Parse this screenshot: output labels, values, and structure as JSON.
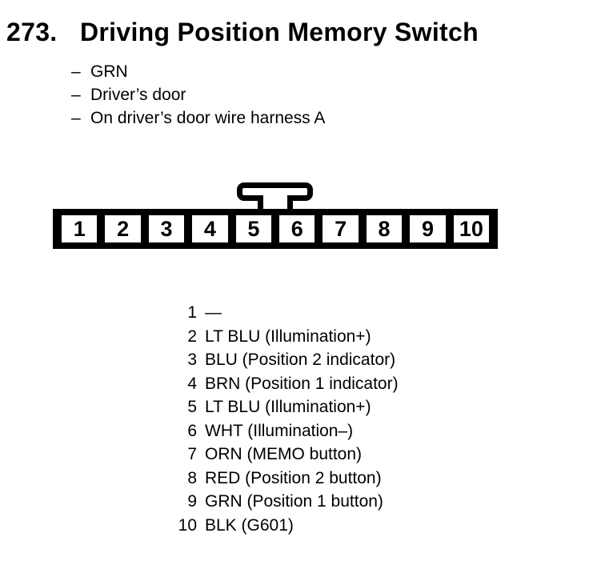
{
  "colors": {
    "ink": "#000000",
    "paper": "#ffffff"
  },
  "header": {
    "number": "273.",
    "title": "Driving Position Memory Switch"
  },
  "notes": {
    "bullet_char": "–",
    "items": [
      "GRN",
      "Driver’s door",
      "On driver’s door wire harness A"
    ]
  },
  "connector": {
    "cells": [
      "1",
      "2",
      "3",
      "4",
      "5",
      "6",
      "7",
      "8",
      "9",
      "10"
    ]
  },
  "pinout": {
    "rows": [
      {
        "pin": "1",
        "desc": "—"
      },
      {
        "pin": "2",
        "desc": "LT BLU (Illumination+)"
      },
      {
        "pin": "3",
        "desc": "BLU (Position 2 indicator)"
      },
      {
        "pin": "4",
        "desc": "BRN (Position 1 indicator)"
      },
      {
        "pin": "5",
        "desc": "LT BLU (Illumination+)"
      },
      {
        "pin": "6",
        "desc": "WHT (Illumination–)"
      },
      {
        "pin": "7",
        "desc": "ORN (MEMO button)"
      },
      {
        "pin": "8",
        "desc": "RED (Position 2 button)"
      },
      {
        "pin": "9",
        "desc": "GRN (Position 1 button)"
      },
      {
        "pin": "10",
        "desc": "BLK (G601)"
      }
    ]
  }
}
